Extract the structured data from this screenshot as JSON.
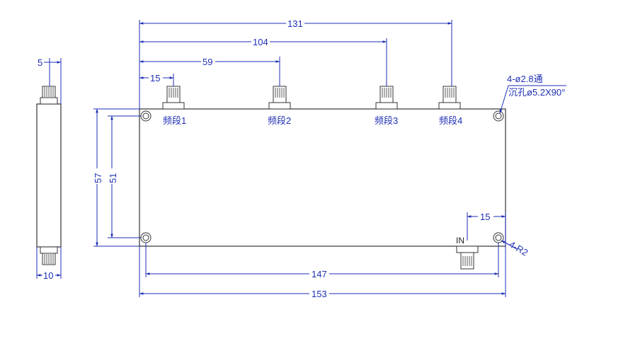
{
  "dimensions": {
    "d131": "131",
    "d104": "104",
    "d59": "59",
    "d15_top": "15",
    "d5": "5",
    "d10": "10",
    "d57": "57",
    "d51": "51",
    "d15_right": "15",
    "d147": "147",
    "d153": "153"
  },
  "notes": {
    "hole_line1": "4-ø2.8通",
    "hole_line2": "沉孔ø5.2X90°",
    "radius": "4-R2"
  },
  "ports": {
    "band1": "频段1",
    "band2": "频段2",
    "band3": "频段3",
    "band4": "频段4",
    "input": "IN"
  },
  "colors": {
    "dimension": "#1e2fb4",
    "outline": "#333333"
  }
}
